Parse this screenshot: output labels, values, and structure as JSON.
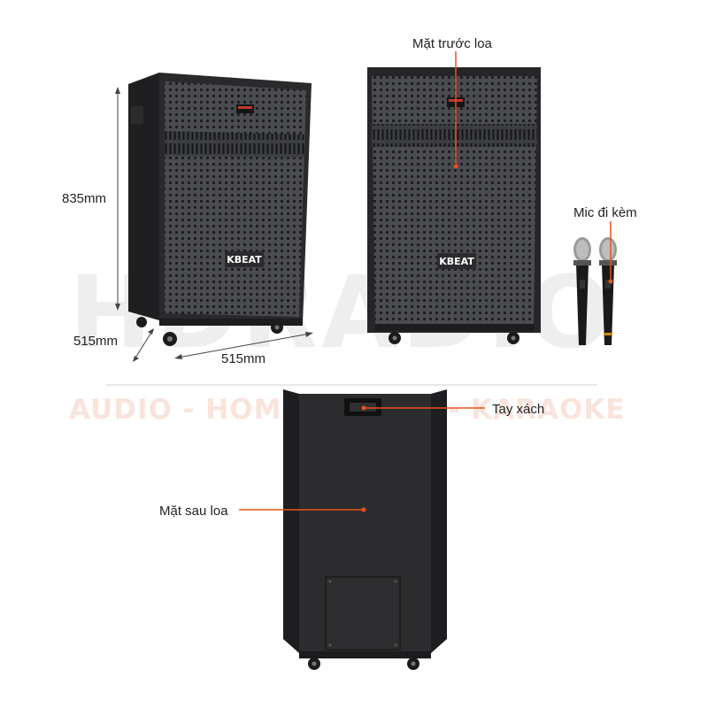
{
  "watermark": {
    "brand": "HDRADIO",
    "tagline": "AUDIO - HOME CINEMA - KARAOKE"
  },
  "product_logo": "KBEAT",
  "dimensions": {
    "height": "835mm",
    "depth": "515mm",
    "width": "515mm"
  },
  "callouts": {
    "front": "Mặt trước loa",
    "mic": "Mic đi kèm",
    "handle": "Tay xách",
    "back": "Mặt sau loa"
  },
  "colors": {
    "callout": "#e8521c",
    "speaker_body": "#2b2b2d",
    "grille": "#46484c"
  }
}
